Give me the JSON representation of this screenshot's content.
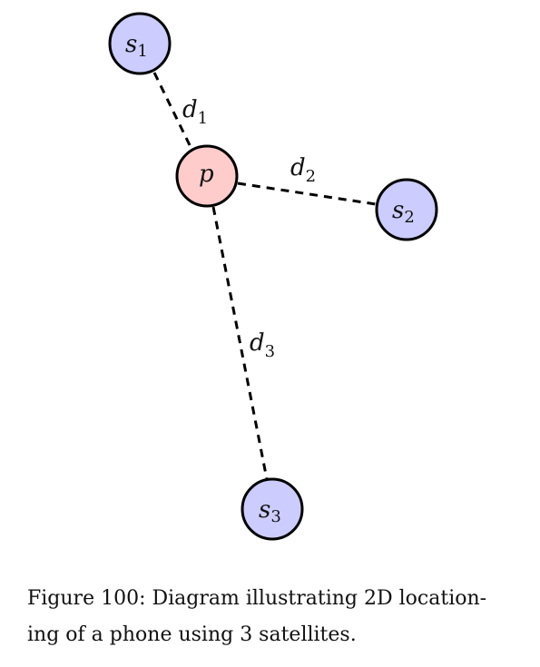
{
  "colors": {
    "satellite_fill": "#ccccff",
    "phone_fill": "#ffcccc",
    "stroke": "#000000"
  },
  "nodes": {
    "s1": {
      "letter": "s",
      "sub": "1"
    },
    "s2": {
      "letter": "s",
      "sub": "2"
    },
    "s3": {
      "letter": "s",
      "sub": "3"
    },
    "p": {
      "letter": "p"
    }
  },
  "edges": {
    "d1": {
      "letter": "d",
      "sub": "1"
    },
    "d2": {
      "letter": "d",
      "sub": "2"
    },
    "d3": {
      "letter": "d",
      "sub": "3"
    }
  },
  "caption": {
    "line1": "Figure 100: Diagram illustrating 2D location-",
    "line2": "ing of a phone using 3 satellites."
  }
}
